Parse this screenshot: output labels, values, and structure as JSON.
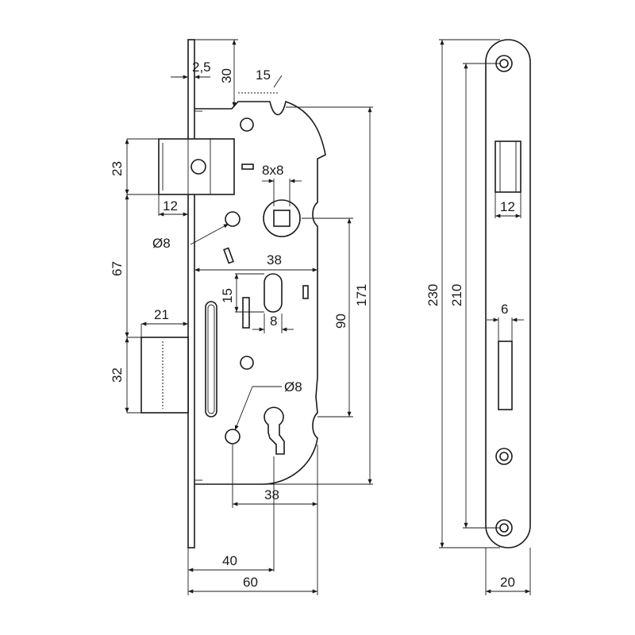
{
  "drawing": {
    "side_view": {
      "dims": {
        "faceplate_thickness": "2,5",
        "top_offset": "30",
        "angle_15": "15",
        "spindle": "8x8",
        "latch_height": "23",
        "latch_projection": "12",
        "hole_dia_top": "Ø8",
        "latch_to_bolt": "67",
        "spindle_backset": "38",
        "slot_height": "15",
        "slot_width": "8",
        "bolt_projection": "21",
        "center_distance": "90",
        "body_height": "171",
        "bolt_height": "32",
        "hole_dia_bottom": "Ø8",
        "key_backset": "38",
        "backset": "40",
        "body_depth": "60"
      }
    },
    "front_view": {
      "dims": {
        "plate_length": "230",
        "screw_spacing": "210",
        "latch_width": "12",
        "bolt_width": "6",
        "plate_width": "20"
      }
    }
  }
}
